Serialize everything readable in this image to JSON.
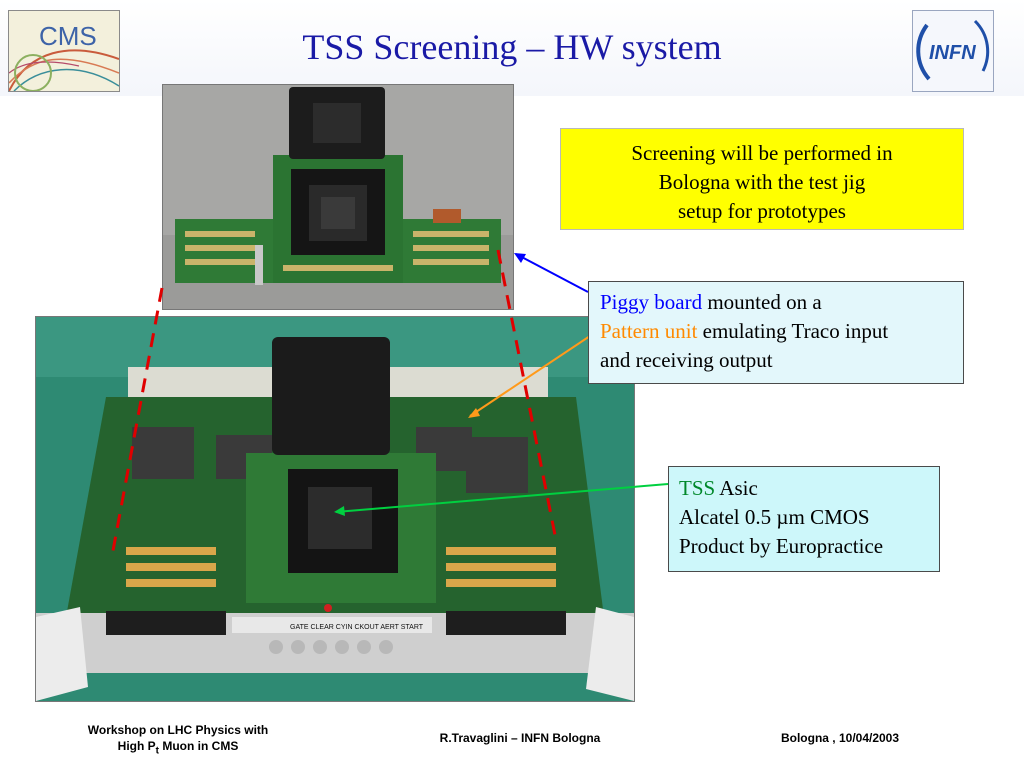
{
  "header": {
    "title": "TSS  Screening – HW system",
    "logo_left_text": "CMS",
    "logo_right_text": "INFN"
  },
  "callouts": {
    "screening": {
      "line1": "Screening will be performed in",
      "line2": "Bologna with the test jig",
      "line3": "setup for prototypes"
    },
    "piggy": {
      "highlight1": "Piggy board",
      "text1": " mounted on a",
      "highlight2": "Pattern unit",
      "text2": " emulating Traco input",
      "line3": "and receiving output"
    },
    "tss": {
      "highlight": "TSS",
      "text1": " Asic",
      "line2": "Alcatel 0.5 µm CMOS",
      "line3": "Product by Europractice"
    }
  },
  "board_labels": {
    "front_panel": "GATE CLEAR CYIN CKOUT AERT START"
  },
  "footer": {
    "left_line1": "Workshop on LHC Physics with",
    "left_line2_pre": "High P",
    "left_line2_sub": "t",
    "left_line2_post": " Muon in CMS",
    "center": "R.Travaglini – INFN Bologna",
    "right": "Bologna , 10/04/2003"
  },
  "colors": {
    "title": "#1a1aa6",
    "highlight_blue": "#0000ff",
    "highlight_orange": "#ff8a00",
    "highlight_green": "#00882a",
    "yellow_box": "#ffff00",
    "light_cyan_box": "#e3f7fb",
    "cyan_box": "#cdf7fa",
    "dashed_line": "#e00000"
  }
}
